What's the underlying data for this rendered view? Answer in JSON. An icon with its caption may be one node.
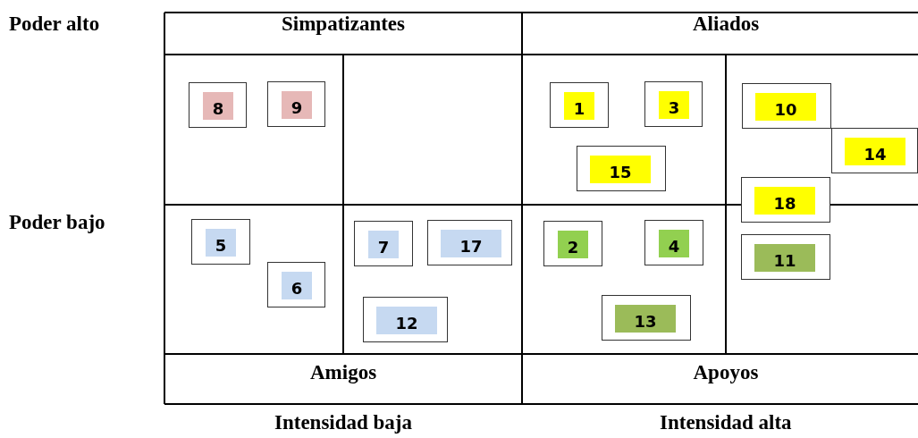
{
  "diagram": {
    "nodes": [
      {
        "text": [
          "8"
        ]
      },
      {
        "text": [
          "9"
        ]
      },
      {
        "text": [
          "1"
        ]
      },
      {
        "text": [
          "3"
        ]
      },
      {
        "text": [
          "10"
        ]
      },
      {
        "text": [
          "14"
        ]
      },
      {
        "text": [
          "15"
        ]
      },
      {
        "text": [
          "18"
        ]
      },
      {
        "text": [
          "5"
        ]
      },
      {
        "text": [
          "7"
        ]
      },
      {
        "text": [
          "17"
        ]
      },
      {
        "text": [
          "2"
        ]
      },
      {
        "text": [
          "4"
        ]
      },
      {
        "text": [
          "11"
        ]
      },
      {
        "text": [
          "6"
        ]
      },
      {
        "text": [
          "12"
        ]
      },
      {
        "text": [
          "13"
        ]
      }
    ],
    "edges": [],
    "labels": [
      "Poder alto",
      "Simpatizantes",
      "Aliados",
      "Poder bajo",
      "Amigos",
      "Apoyos",
      "Intensidad baja",
      "Intensidad alta"
    ]
  }
}
